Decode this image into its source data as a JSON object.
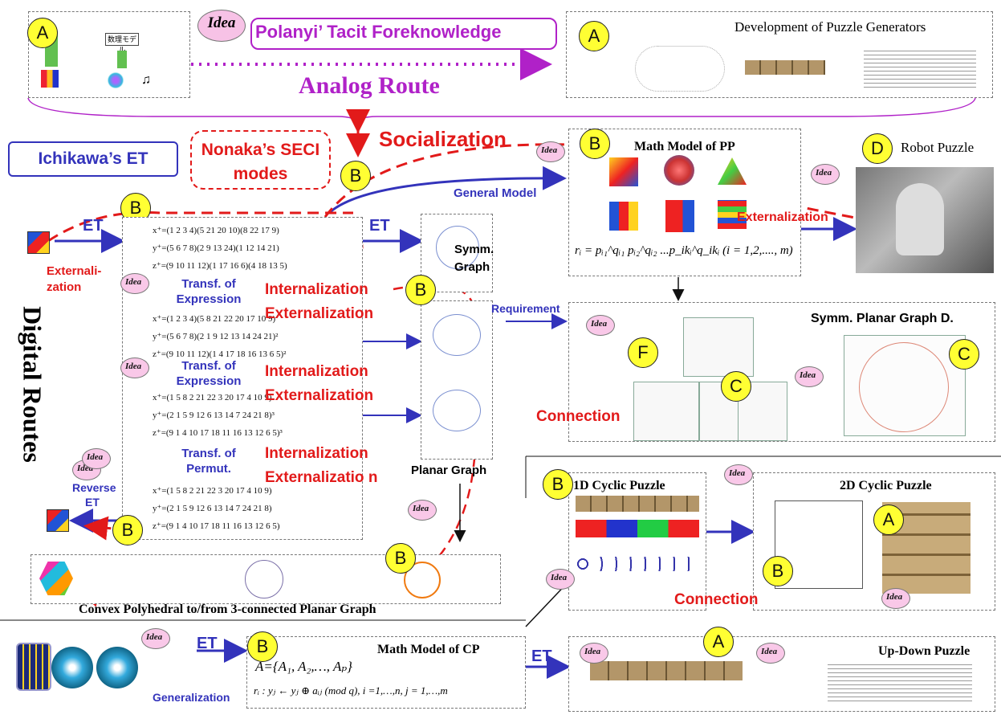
{
  "top": {
    "idea_label": "Idea",
    "polanyi": "Polanyi’ Tacit Foreknowledge",
    "analog_route": "Analog Route",
    "dev_puzzle_gen": "Development of Puzzle Generators",
    "jp_label": "数理モデル"
  },
  "left": {
    "ichikawa": "Ichikawa’s ET",
    "nonaka": "Nonaka’s SECI modes",
    "socialization": "Socialization",
    "digital_routes": "Digital Routes",
    "et1": "ET",
    "et2": "ET",
    "externalization_left": "Externali- zation",
    "transf1": "Transf. of Expression",
    "transf2": "Transf. of Expression",
    "transf3": "Transf. of Permut.",
    "intext1a": "Internalization",
    "intext1b": "Externalization",
    "intext2a": "Internalization",
    "intext2b": "Externalization",
    "intext3a": "Internalization",
    "intext3b": "Externalizatio n",
    "reverse_et": "Reverse ET",
    "general_model": "General Model",
    "symm_graph": "Symm. Graph",
    "planar_graph": "Planar Graph",
    "requirement": "Requirement",
    "convex": "Convex Polyhedral to/from 3-connected Planar Graph"
  },
  "equations": {
    "e1": [
      "x⁺=(1  2  3  4)(5  21  20  10)(8  22  17  9)",
      "y⁺=(5  6  7  8)(2  9  13  24)(1  12  14  21)",
      "z⁺=(9  10  11  12)(1  17  16  6)(4  18  13  5)"
    ],
    "e2": [
      "x⁺=(1  2  3  4)(5  8  21  22  20  17  10  9)",
      "y⁺=(5  6  7  8)(2  1  9  12  13  14  24  21)²",
      "z⁺=(9  10  11  12)(1  4  17  18  16  13  6  5)²"
    ],
    "e3": [
      "x⁺=(1  5  8  2  21  22  3  20  17  4  10  9)",
      "y⁺=(2  1  5  9  12  6  13  14  7  24  21  8)³",
      "z⁺=(9  1  4  10  17  18  11  16  13  12  6  5)³"
    ],
    "e4": [
      "x⁺=(1  5  8  2  21  22  3  20  17  4  10  9)",
      "y⁺=(2  1  5  9  12  6  13  14  7  24  21  8)",
      "z⁺=(9  1  4  10  17  18  11  16  13  12  6  5)"
    ]
  },
  "pp": {
    "title": "Math Model of PP",
    "formula": "rᵢ = pᵢ₁^qᵢ₁ pᵢ₂^qᵢ₂ ...p_ikᵢ^q_ikᵢ      (i = 1,2,...., m)",
    "externalization": "Externalization",
    "robot": "Robot Puzzle"
  },
  "mid": {
    "symm_planar": "Symm. Planar Graph D.",
    "connection": "Connection"
  },
  "cyclic": {
    "one_d": "1D Cyclic Puzzle",
    "two_d": "2D Cyclic Puzzle",
    "connection": "Connection"
  },
  "cp": {
    "title": "Math Model of CP",
    "set": "A={A₁, A₂,…, Aₚ}",
    "rule": "rᵢ : yⱼ ← yⱼ ⊕ aᵢⱼ (mod q), i =1,…,n, j = 1,…,m",
    "et_left": "ET",
    "et_right": "ET",
    "generalization": "Generalization",
    "updown": "Up-Down Puzzle"
  },
  "circles": {
    "a": "A",
    "b": "B",
    "c": "C",
    "d": "D",
    "f": "F"
  },
  "idea_small": "Idea",
  "colors": {
    "blue": "#3333bb",
    "red": "#e21a1a",
    "purple": "#b021c8",
    "yellow": "#ffff33"
  }
}
